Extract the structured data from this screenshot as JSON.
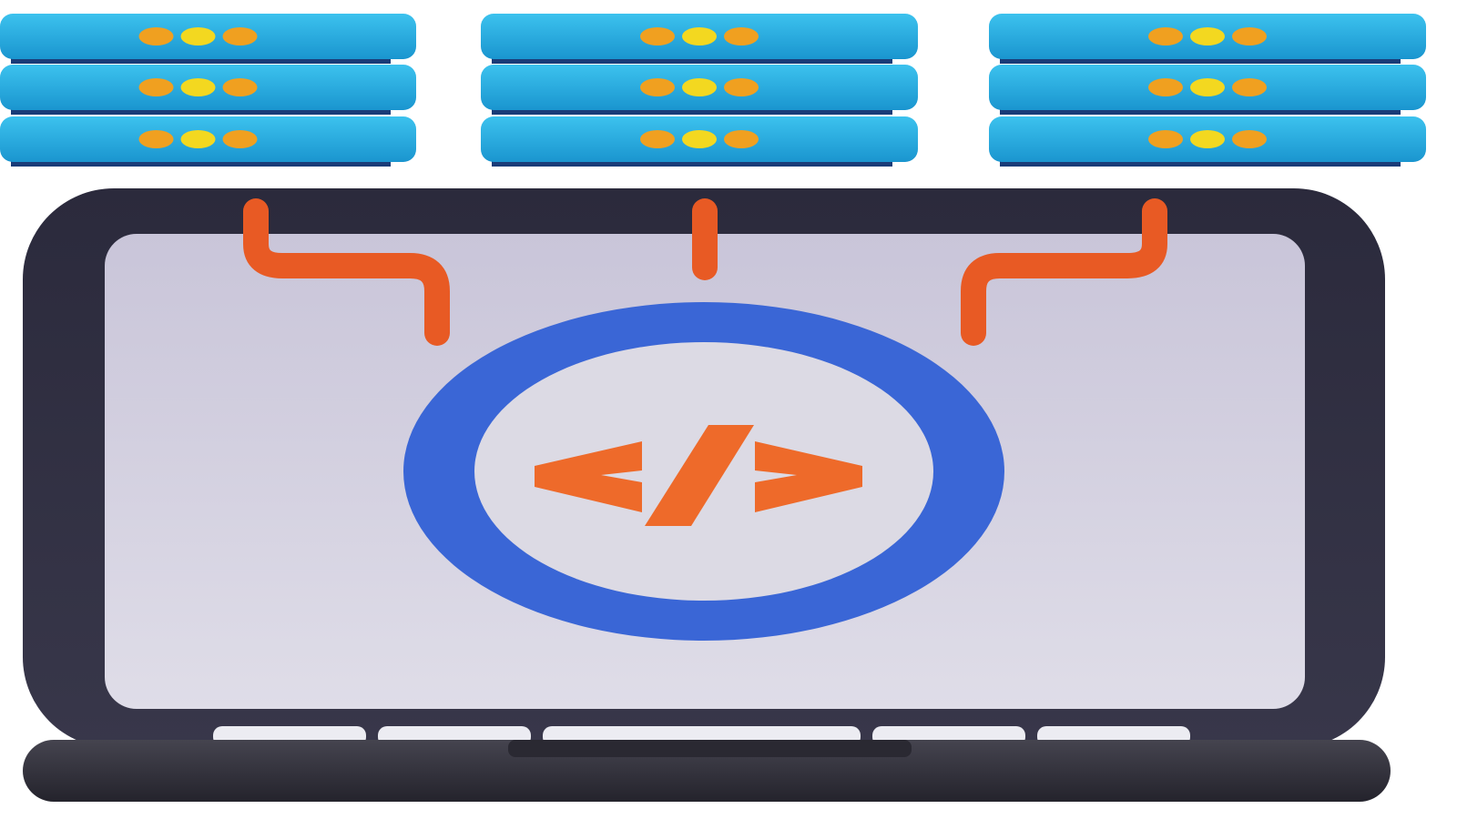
{
  "scene": {
    "subject": "server-network-laptop-code",
    "server_stacks": 3,
    "units_per_stack": 3,
    "icons": [
      "server-rack-icon",
      "laptop-icon",
      "code-brackets-icon",
      "connector-pipe-icon"
    ]
  },
  "colors": {
    "background": "#ffffff",
    "server_unit": "#29b0e2",
    "server_unit_shade": "#1a8fc7",
    "led_orange": "#f0a020",
    "led_yellow": "#f3d820",
    "laptop_frame": "#2c2b3a",
    "screen": "#d9d7e3",
    "ring": "#3a66d6",
    "code_symbol": "#ee6a2a",
    "pipe": "#e85a24",
    "keys": "#ececf2"
  }
}
